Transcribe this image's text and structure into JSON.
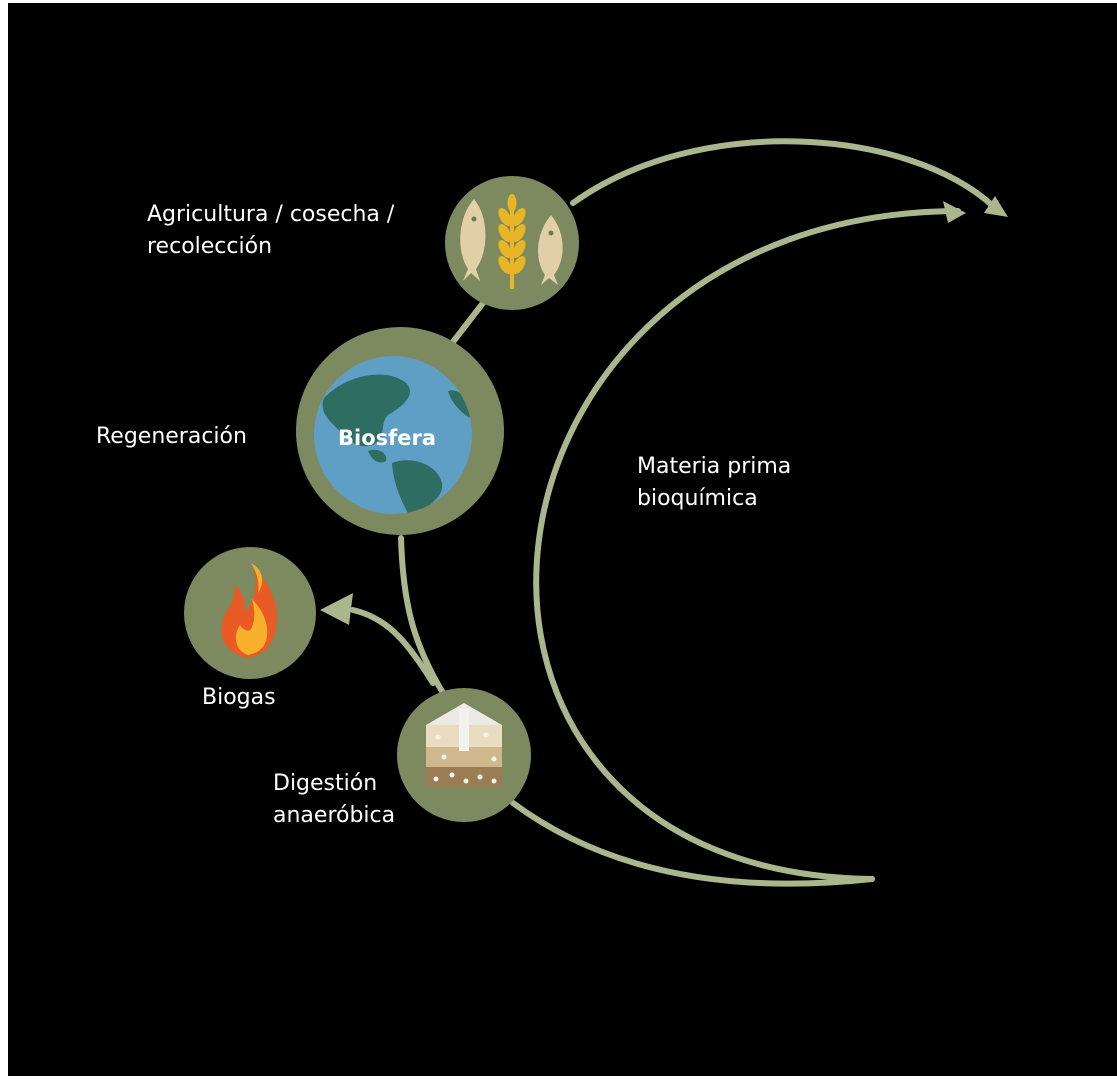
{
  "colors": {
    "background": "#000000",
    "node_fill": "#7d8a60",
    "connector": "#aab68b",
    "ocean": "#5f9ec5",
    "land": "#2e6d62",
    "label_text": "#ffffff"
  },
  "nodes": {
    "harvest": {
      "label_line1": "Agricultura / cosecha /",
      "label_line2": "recolección",
      "icon": "wheat-and-fish-icon"
    },
    "biosphere": {
      "center_label": "Biosfera",
      "side_label": "Regeneración",
      "icon": "globe-icon"
    },
    "biogas": {
      "label": "Biogas",
      "icon": "flame-icon"
    },
    "digestion": {
      "label_line1": "Digestión",
      "label_line2": "anaeróbica",
      "icon": "soil-layers-icon"
    }
  },
  "flow": {
    "label_line1": "Materia prima",
    "label_line2": "bioquímica"
  }
}
